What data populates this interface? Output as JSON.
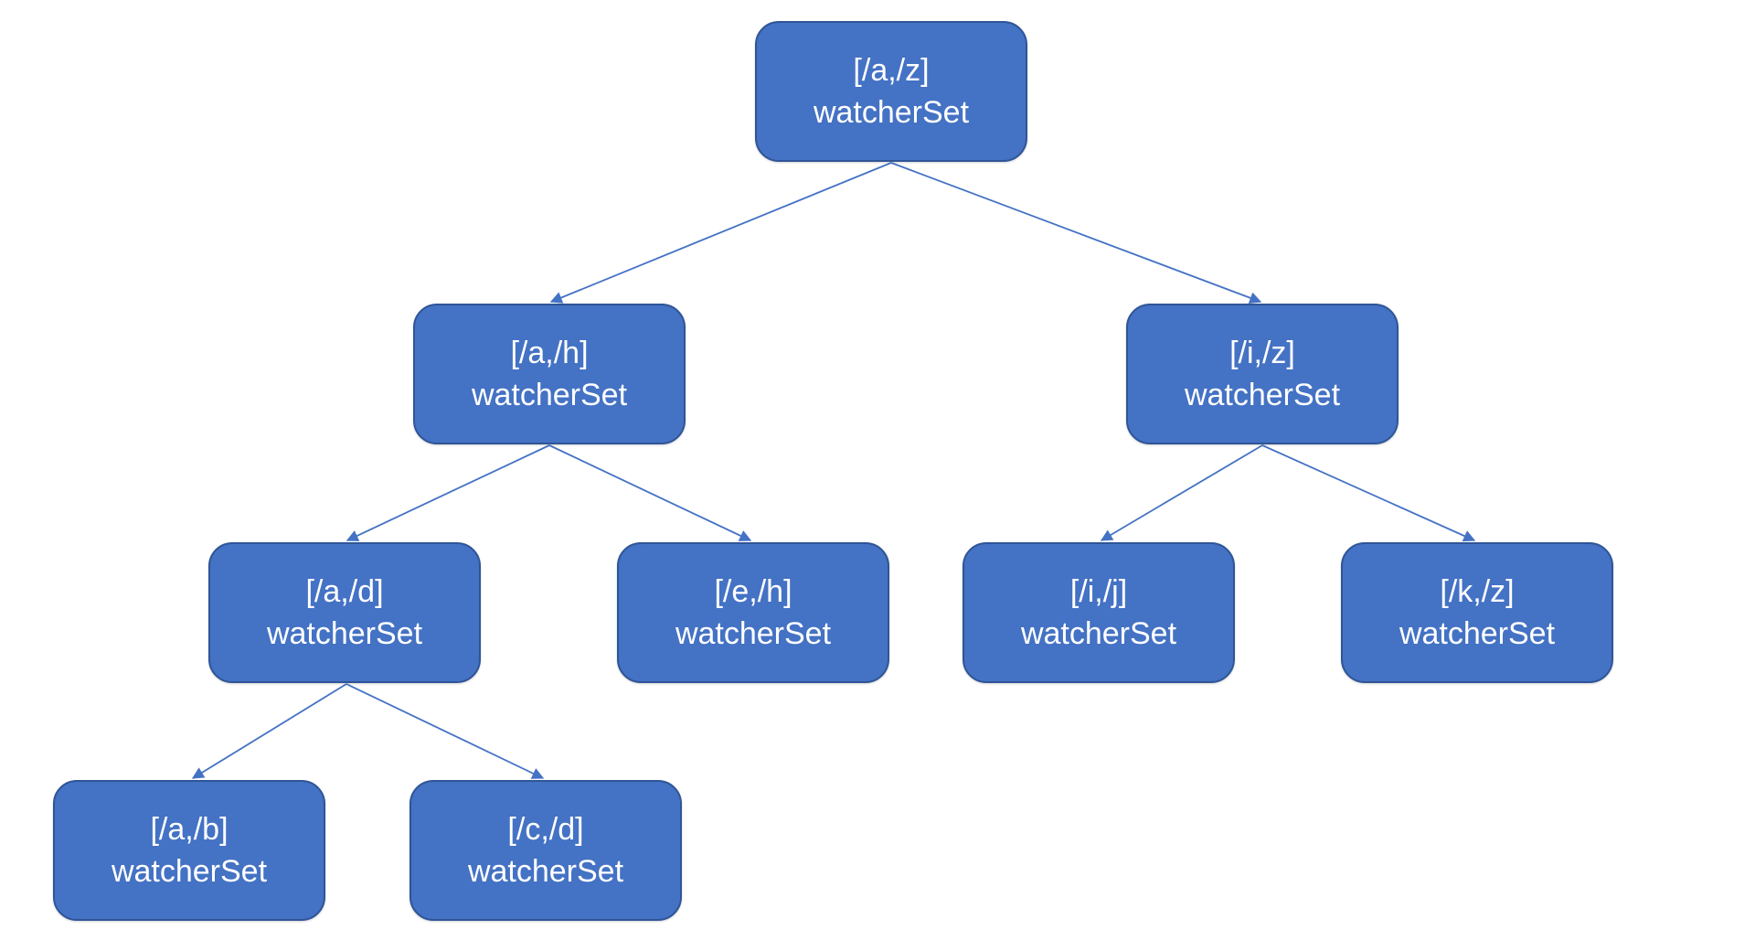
{
  "diagram": {
    "type": "tree",
    "description": "Binary interval tree of watcher sets",
    "colors": {
      "node_fill": "#4472C4",
      "node_border": "#2F5597",
      "edge": "#4472C4",
      "text": "#FFFFFF",
      "background": "#FFFFFF"
    },
    "nodes": [
      {
        "id": "a-z",
        "range": "[/a,/z]",
        "label": "watcherSet",
        "level": 1
      },
      {
        "id": "a-h",
        "range": "[/a,/h]",
        "label": "watcherSet",
        "level": 2
      },
      {
        "id": "i-z",
        "range": "[/i,/z]",
        "label": "watcherSet",
        "level": 2
      },
      {
        "id": "a-d",
        "range": "[/a,/d]",
        "label": "watcherSet",
        "level": 3
      },
      {
        "id": "e-h",
        "range": "[/e,/h]",
        "label": "watcherSet",
        "level": 3
      },
      {
        "id": "i-j",
        "range": "[/i,/j]",
        "label": "watcherSet",
        "level": 3
      },
      {
        "id": "k-z",
        "range": "[/k,/z]",
        "label": "watcherSet",
        "level": 3
      },
      {
        "id": "a-b",
        "range": "[/a,/b]",
        "label": "watcherSet",
        "level": 4
      },
      {
        "id": "c-d",
        "range": "[/c,/d]",
        "label": "watcherSet",
        "level": 4
      }
    ],
    "edges": [
      {
        "from": "a-z",
        "to": "a-h"
      },
      {
        "from": "a-z",
        "to": "i-z"
      },
      {
        "from": "a-h",
        "to": "a-d"
      },
      {
        "from": "a-h",
        "to": "e-h"
      },
      {
        "from": "i-z",
        "to": "i-j"
      },
      {
        "from": "i-z",
        "to": "k-z"
      },
      {
        "from": "a-d",
        "to": "a-b"
      },
      {
        "from": "a-d",
        "to": "c-d"
      }
    ]
  }
}
